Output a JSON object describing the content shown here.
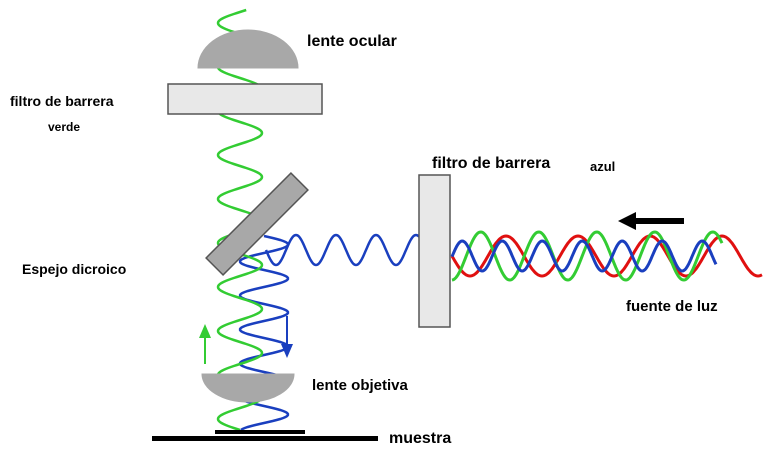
{
  "labels": {
    "lente_ocular": "lente ocular",
    "filtro_verde_line1": "filtro de barrera",
    "filtro_verde_line2": "verde",
    "filtro_azul_main": "filtro de barrera",
    "filtro_azul_suffix": "azul",
    "espejo": "Espejo dicroico",
    "fuente": "fuente de luz",
    "lente_objetiva": "lente objetiva",
    "muestra": "muestra"
  },
  "colors": {
    "green": "#33cc33",
    "blue": "#1a3fbf",
    "red": "#e01010",
    "lens_gray": "#a8a8a8",
    "filter_fill": "#e8e8e8",
    "outline": "#555555",
    "black": "#000000"
  },
  "icons": {
    "incoming_light_arrow": "arrow-left",
    "emission_arrow": "arrow-up",
    "excitation_arrow": "arrow-down"
  }
}
